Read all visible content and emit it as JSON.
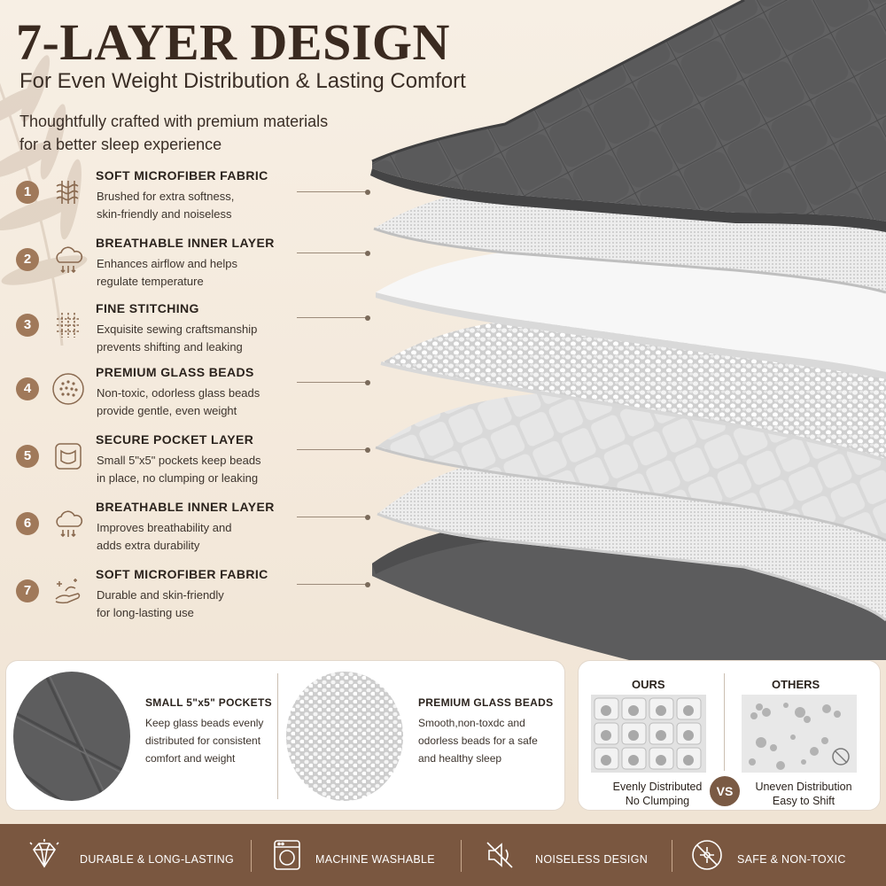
{
  "header": {
    "title": "7-LAYER DESIGN",
    "subtitle": "For Even Weight Distribution & Lasting Comfort",
    "tagline_line1": "Thoughtfully crafted with premium materials",
    "tagline_line2": "for a better sleep experience"
  },
  "layers": [
    {
      "num": "1",
      "name": "SOFT MICROFIBER FABRIC",
      "desc1": "Brushed for extra softness,",
      "desc2": "skin-friendly and noiseless",
      "icon": "fabric-weave-icon"
    },
    {
      "num": "2",
      "name": "BREATHABLE INNER LAYER",
      "desc1": "Enhances airflow and helps",
      "desc2": "regulate temperature",
      "icon": "cloud-airflow-icon"
    },
    {
      "num": "3",
      "name": "FINE STITCHING",
      "desc1": "Exquisite sewing craftsmanship",
      "desc2": "prevents shifting and leaking",
      "icon": "stitching-grid-icon"
    },
    {
      "num": "4",
      "name": "PREMIUM GLASS BEADS",
      "desc1": "Non-toxic, odorless glass beads",
      "desc2": "provide gentle, even weight",
      "icon": "glass-beads-icon"
    },
    {
      "num": "5",
      "name": "SECURE POCKET LAYER",
      "desc1": "Small 5\"x5\" pockets keep beads",
      "desc2": "in place, no clumping or leaking",
      "icon": "pocket-icon"
    },
    {
      "num": "6",
      "name": "BREATHABLE INNER LAYER",
      "desc1": "Improves breathability and",
      "desc2": "adds extra durability",
      "icon": "cloud-airflow-icon"
    },
    {
      "num": "7",
      "name": "SOFT MICROFIBER FABRIC",
      "desc1": "Durable and skin-friendly",
      "desc2": "for long-lasting use",
      "icon": "soft-hand-sparkle-icon"
    }
  ],
  "features": [
    {
      "title": "SMALL 5\"x5\" POCKETS",
      "line1": "Keep glass beads evenly",
      "line2": "distributed for consistent",
      "line3": "comfort and weight"
    },
    {
      "title": "PREMIUM GLASS BEADS",
      "line1": "Smooth,non-toxdc and",
      "line2": "odorless beads for a safe",
      "line3": "and healthy sleep"
    }
  ],
  "comparison": {
    "ours_label": "OURS",
    "others_label": "OTHERS",
    "ours_caption1": "Evenly Distributed",
    "ours_caption2": "No Clumping",
    "others_caption1": "Uneven Distribution",
    "others_caption2": "Easy to Shift",
    "vs_label": "VS"
  },
  "footer": [
    {
      "label": "DURABLE & LONG-LASTING",
      "icon": "diamond-icon"
    },
    {
      "label": "MACHINE WASHABLE",
      "icon": "washing-machine-icon"
    },
    {
      "label": "NOISELESS DESIGN",
      "icon": "mute-icon"
    },
    {
      "label": "SAFE & NON-TOXIC",
      "icon": "no-toxic-icon"
    }
  ],
  "colors": {
    "accent_brown": "#a0795a",
    "footer_brown": "#7a5740",
    "blanket_gray": "#5f5f60",
    "background": "#f5ecdf"
  }
}
